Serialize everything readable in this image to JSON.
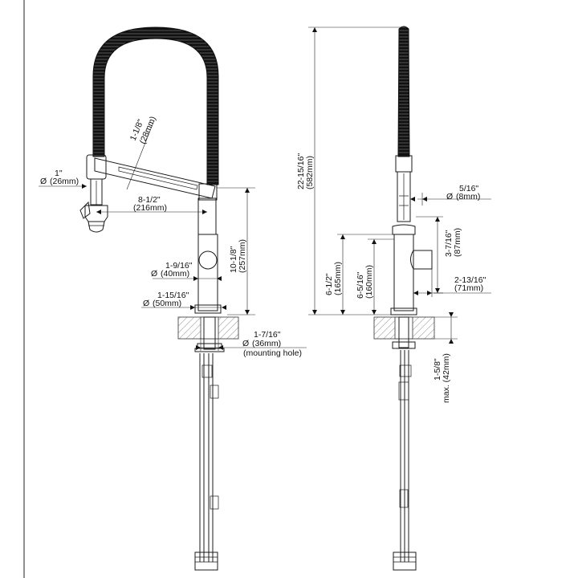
{
  "dimensions": {
    "spout_thickness": {
      "imperial": "1-1/8\"",
      "metric": "(28mm)"
    },
    "sprayhead_dia": {
      "imperial": "1\"",
      "metric": "(26mm)"
    },
    "spout_reach": {
      "imperial": "8-1/2\"",
      "metric": "(216mm)"
    },
    "spout_height": {
      "imperial": "10-1/8\"",
      "metric": "(257mm)"
    },
    "body_dia": {
      "imperial": "1-9/16\"",
      "metric": "(40mm)"
    },
    "base_dia": {
      "imperial": "1-15/16\"",
      "metric": "(50mm)"
    },
    "shank_dia": {
      "imperial": "1-7/16\"",
      "metric": "(36mm)",
      "note": "(mounting hole)"
    },
    "overall_height": {
      "imperial": "22-15/16\"",
      "metric": "(582mm)"
    },
    "hose_dia": {
      "imperial": "5/16\"",
      "metric": "(8mm)"
    },
    "handle_height": {
      "imperial": "3-7/16\"",
      "metric": "(87mm)"
    },
    "body_height": {
      "imperial": "6-1/2\"",
      "metric": "(165mm)"
    },
    "handle_center": {
      "imperial": "6-5/16\"",
      "metric": "(160mm)"
    },
    "handle_projection": {
      "imperial": "2-13/16\"",
      "metric": "(71mm)"
    },
    "deck_thickness": {
      "imperial": "1-5/8\"",
      "metric": "max. (42mm)"
    }
  },
  "symbols": {
    "diameter": "Ø"
  }
}
